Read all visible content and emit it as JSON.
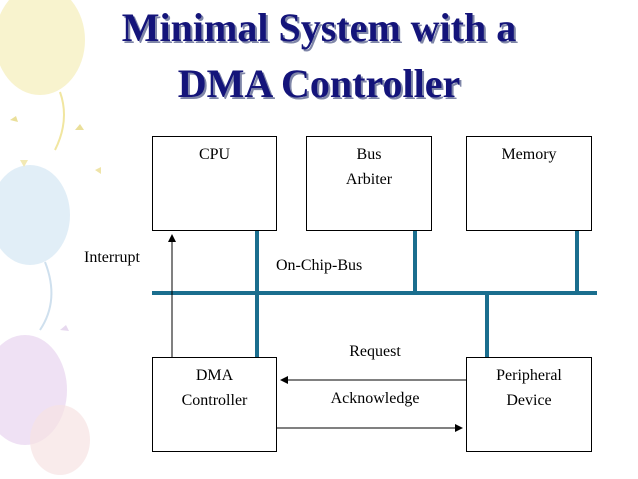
{
  "slide": {
    "title_line1": "Minimal System with a",
    "title_line2": "DMA Controller"
  },
  "diagram": {
    "nodes": {
      "cpu": "CPU",
      "bus_arbiter_line1": "Bus",
      "bus_arbiter_line2": "Arbiter",
      "memory": "Memory",
      "dma_line1": "DMA",
      "dma_line2": "Controller",
      "peripheral_line1": "Peripheral",
      "peripheral_line2": "Device"
    },
    "labels": {
      "interrupt": "Interrupt",
      "bus": "On-Chip-Bus",
      "request": "Request",
      "acknowledge": "Acknowledge"
    }
  },
  "colors": {
    "title": "#14147a",
    "bus": "#1a6e8e",
    "background_balloons": [
      "#f2e7a3",
      "#d6e6f3",
      "#e9d6ef",
      "#f4dede"
    ]
  }
}
